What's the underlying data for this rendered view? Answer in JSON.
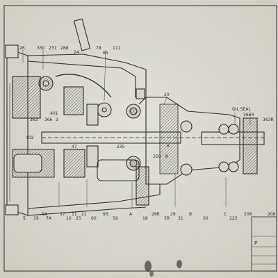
{
  "callouts_top": [
    "26",
    "330",
    "237",
    "288",
    "24",
    "78",
    "65",
    "111"
  ],
  "callouts_mid": [
    "20",
    "401",
    "363",
    "366",
    "3",
    "402",
    "47",
    "235",
    "6",
    "350",
    "8"
  ],
  "callouts_bottom": [
    "5",
    "19",
    "5A",
    "7A",
    "37",
    "10",
    "11",
    "25",
    "21",
    "60",
    "93",
    "59",
    "A",
    "18",
    "28R",
    "3R",
    "29",
    "31",
    "B",
    "30",
    "C",
    "223",
    "208",
    "208"
  ],
  "callouts_right": [
    "366R",
    "363R"
  ],
  "oil_seal_label": "OIL SEAL",
  "title_block_fragment": "P"
}
